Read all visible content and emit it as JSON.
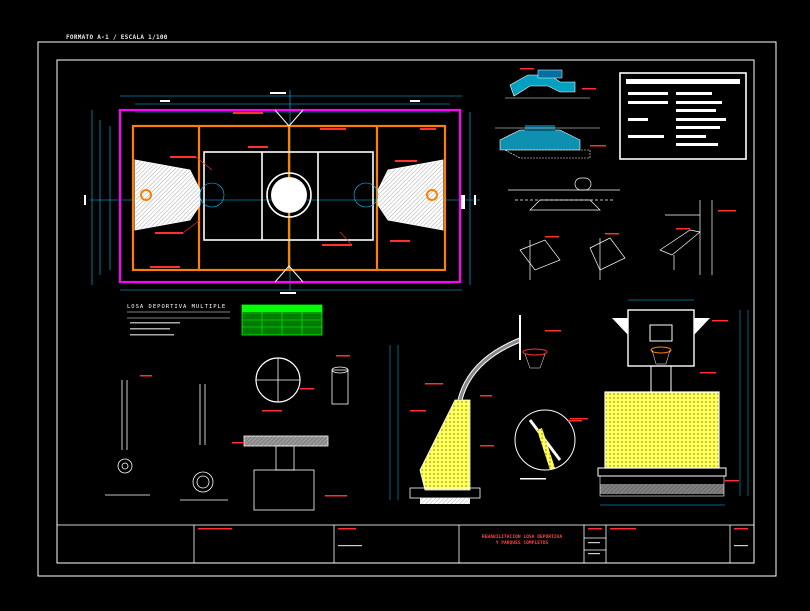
{
  "sheet": {
    "header": "FORMATO A-1 / ESCALA 1/100",
    "court_label": "LOSA DEPORTIVA MULTIPLE"
  },
  "title_block": {
    "project_line1": "REHABILITACION LOSA DEPORTIVA",
    "project_line2": "Y PARQUES COMPLETOS"
  },
  "colors": {
    "background": "#000000",
    "frame": "#ffffff",
    "court_boundary": "#ff00ff",
    "court_lines": "#ff8000",
    "dimension": "#00c8ff",
    "annotation": "#ff3030",
    "backboard_fill": "#ffff55",
    "table_fill": "#00ff00"
  },
  "icons": [
    "hatched-area",
    "circle-detail",
    "ring-section",
    "basket-hoop"
  ]
}
